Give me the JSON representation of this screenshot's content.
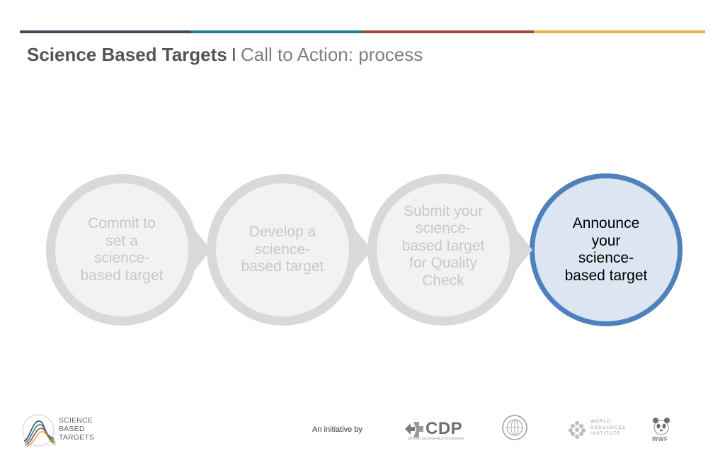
{
  "header": {
    "title_main": "Science Based Targets",
    "separator": "I",
    "title_sub": "Call to Action: process",
    "rule_colors": [
      "#3d4b5c",
      "#1f7f95",
      "#a0463e",
      "#e3b24a"
    ]
  },
  "process": {
    "steps": [
      {
        "label": "Commit to set a science-based target",
        "lines": [
          "Commit to",
          "set a",
          "science-",
          "based target"
        ],
        "active": false
      },
      {
        "label": "Develop a science-based target",
        "lines": [
          "Develop a",
          "science-",
          "based target"
        ],
        "active": false
      },
      {
        "label": "Submit your science-based target for Quality Check",
        "lines": [
          "Submit your",
          "science-",
          "based target",
          "for Quality",
          "Check"
        ],
        "active": false
      },
      {
        "label": "Announce your science-based target",
        "lines": [
          "Announce",
          "your",
          "science-",
          "based target"
        ],
        "active": true
      }
    ],
    "colors": {
      "inactive_ring": "#d9d9d9",
      "inactive_fill": "#f2f2f2",
      "inactive_text": "#c8c8c8",
      "active_ring": "#4f81bd",
      "active_fill": "#dce6f2",
      "active_text": "#000000"
    }
  },
  "footer": {
    "logo_lines": [
      "SCIENCE",
      "BASED",
      "TARGETS"
    ],
    "initiative_text": "An initiative by",
    "partners": {
      "cdp": {
        "text": "CDP",
        "subtext": "DRIVING SUSTAINABLE ECONOMIES",
        "icon": "cdp-logo-icon"
      },
      "un": {
        "icon": "un-global-compact-icon"
      },
      "wri": {
        "lines": [
          "WORLD",
          "RESOURCES",
          "INSTITUTE"
        ],
        "icon": "wri-logo-icon"
      },
      "wwf": {
        "text": "WWF",
        "icon": "panda-icon"
      }
    }
  }
}
